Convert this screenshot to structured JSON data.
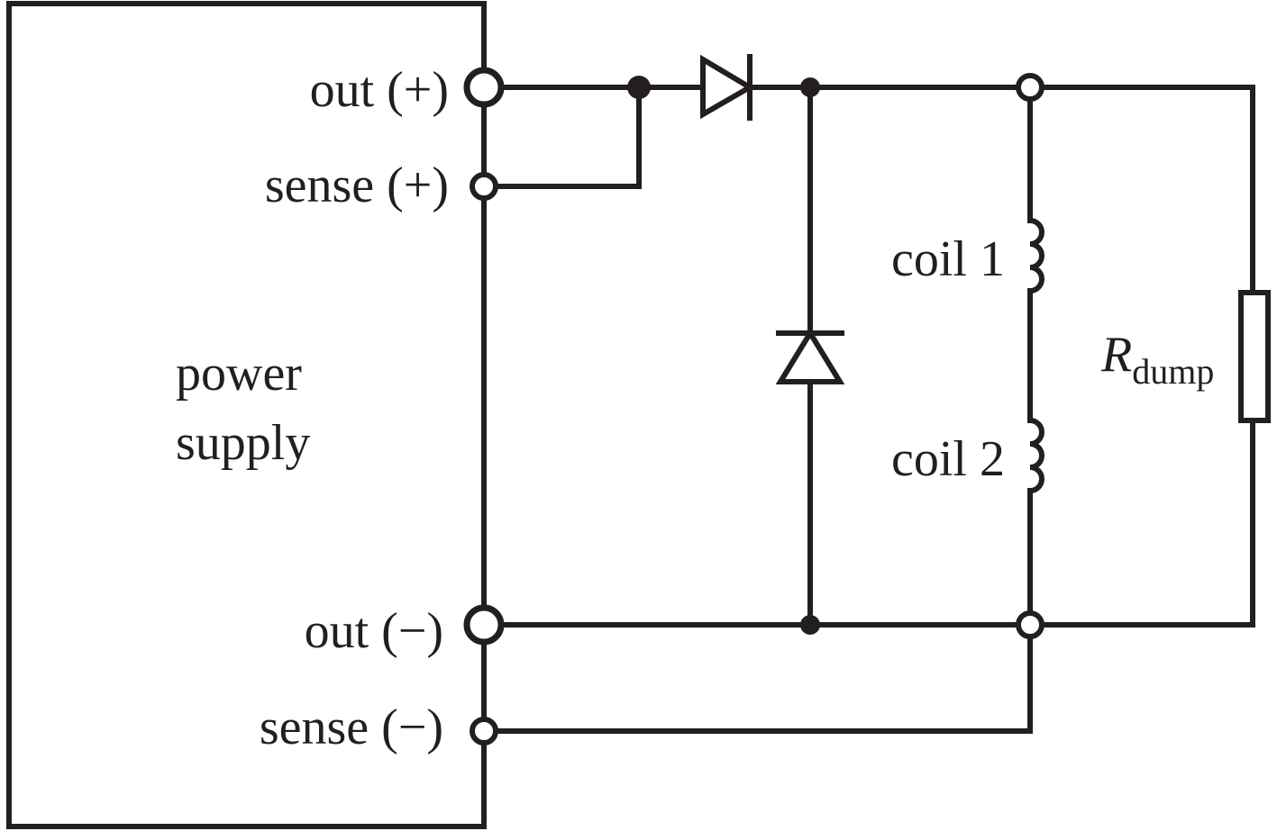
{
  "power_supply": {
    "label_line1": "power",
    "label_line2": "supply",
    "terminals": {
      "out_plus": "out (+)",
      "sense_plus": "sense (+)",
      "out_minus": "out (−)",
      "sense_minus": "sense (−)"
    }
  },
  "components": {
    "coil1": "coil 1",
    "coil2": "coil 2",
    "rdump_symbol": "R",
    "rdump_subscript": "dump"
  },
  "colors": {
    "ink": "#231f20",
    "background": "#ffffff"
  }
}
